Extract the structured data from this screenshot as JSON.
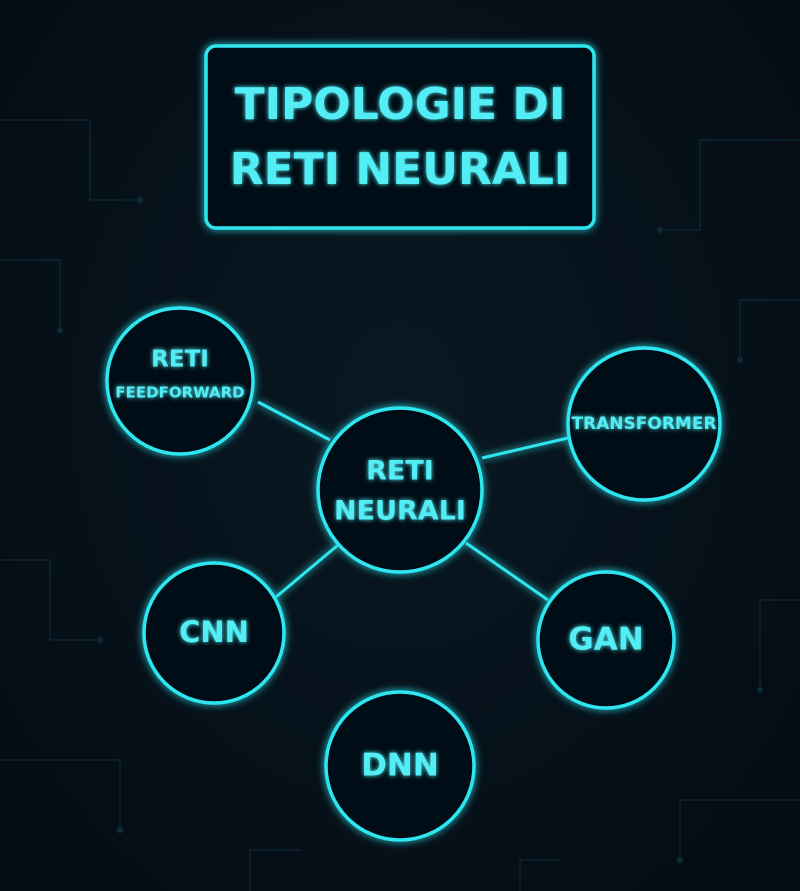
{
  "colors": {
    "background": "#050d14",
    "accent": "#2ee6f0",
    "text": "#52eef5"
  },
  "title": {
    "line1": "TIPOLOGIE DI",
    "line2": "RETI NEURALI"
  },
  "center_node": {
    "line1": "RETI",
    "line2": "NEURALI"
  },
  "nodes": {
    "feedforward": {
      "line1": "RETI",
      "line2": "FEEDFORWARD"
    },
    "transformer": {
      "label": "TRANSFORMER"
    },
    "cnn": {
      "label": "CNN"
    },
    "gan": {
      "label": "GAN"
    },
    "dnn": {
      "label": "DNN"
    }
  }
}
